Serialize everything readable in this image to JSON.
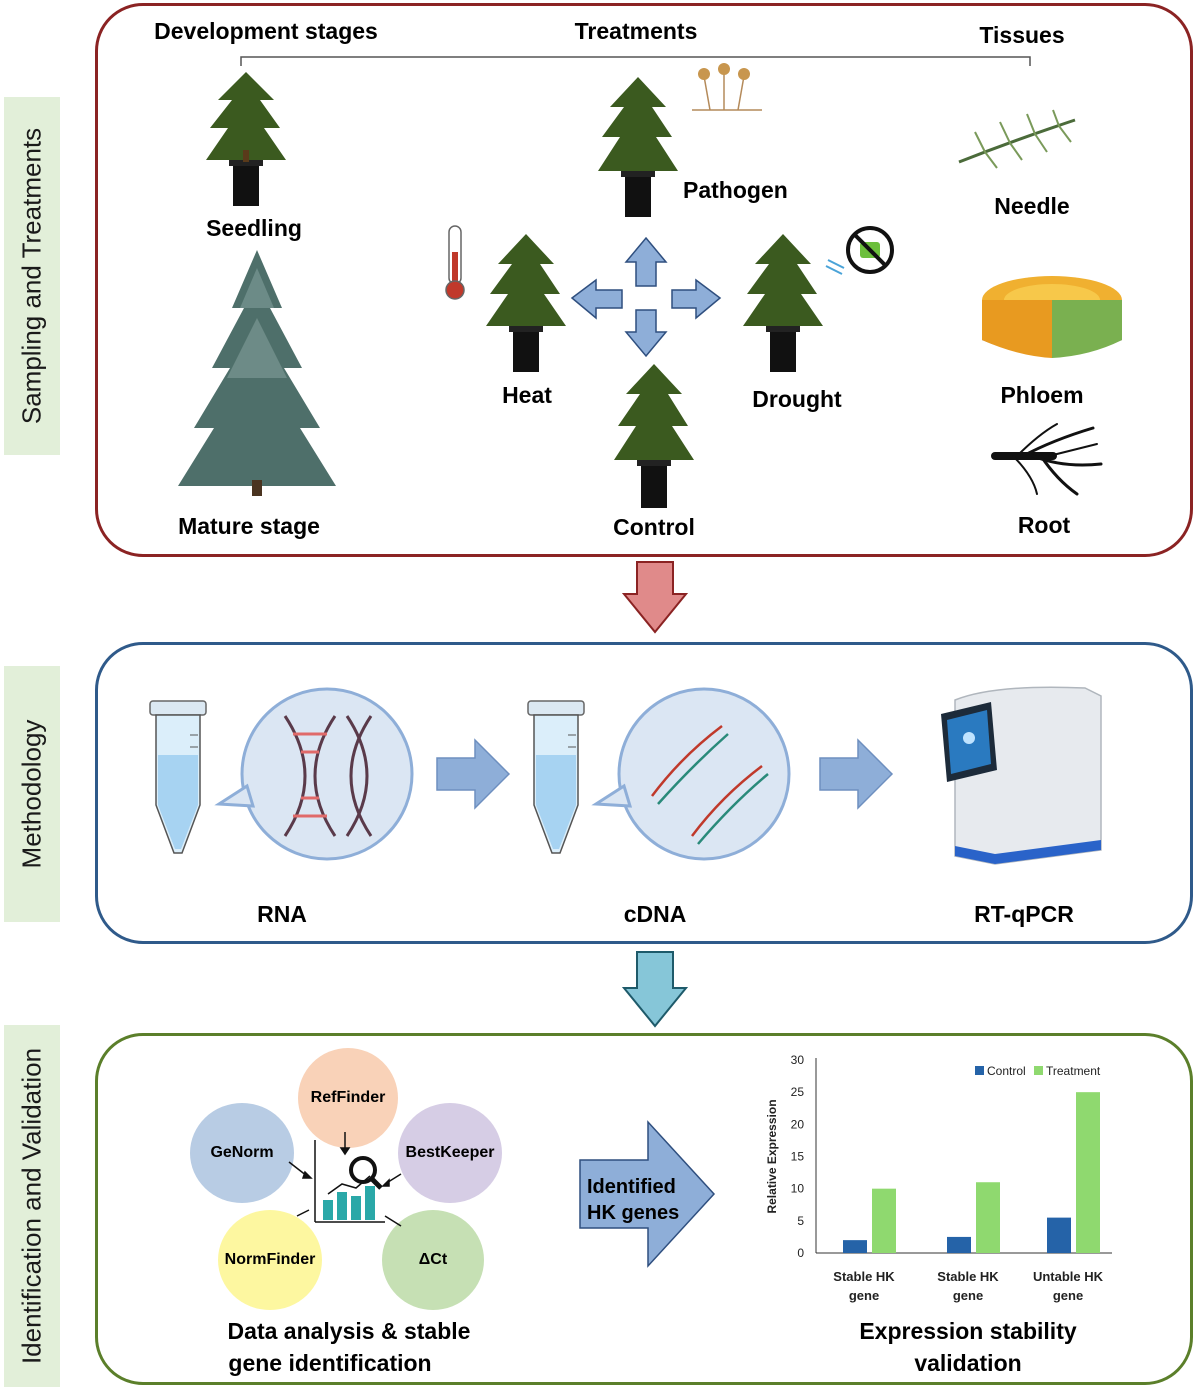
{
  "side_tabs": {
    "sampling": "Sampling and Treatments",
    "methodology": "Methodology",
    "identification": "Identification and Validation"
  },
  "sampling": {
    "headers": {
      "development": "Development stages",
      "treatments": "Treatments",
      "tissues": "Tissues"
    },
    "development": {
      "seedling": "Seedling",
      "mature": "Mature stage"
    },
    "treatments": {
      "pathogen": "Pathogen",
      "heat": "Heat",
      "drought": "Drought",
      "control": "Control"
    },
    "tissues": {
      "needle": "Needle",
      "phloem": "Phloem",
      "root": "Root"
    }
  },
  "methodology": {
    "rna": "RNA",
    "cdna": "cDNA",
    "rtqpcr": "RT-qPCR"
  },
  "identification": {
    "tools": {
      "reffinder": "RefFinder",
      "genorm": "GeNorm",
      "bestkeeper": "BestKeeper",
      "normfinder": "NormFinder",
      "delta_ct": "ΔCt"
    },
    "analysis_caption_line1": "Data analysis & stable",
    "analysis_caption_line2": "gene identification",
    "arrow_line1": "Identified",
    "arrow_line2": "HK genes",
    "validation_caption_line1": "Expression stability",
    "validation_caption_line2": "validation"
  },
  "colors": {
    "panel1_border": "#8b2323",
    "panel2_border": "#2f5a8a",
    "panel3_border": "#5b7f2a",
    "side_tab_bg": "#e2efd9",
    "arrow_blue": "#8eaed8",
    "arrow_red": "#e08a8a",
    "arrow_teal": "#86c6d8",
    "control_bar": "#2563a8",
    "treatment_bar": "#8fd96f"
  },
  "chart_data": {
    "type": "bar",
    "categories": [
      "Stable HK gene",
      "Stable HK gene",
      "Untable HK gene"
    ],
    "category_lines": [
      [
        "Stable HK",
        "gene"
      ],
      [
        "Stable HK",
        "gene"
      ],
      [
        "Untable HK",
        "gene"
      ]
    ],
    "series": [
      {
        "name": "Control",
        "values": [
          2,
          2.5,
          5.5
        ]
      },
      {
        "name": "Treatment",
        "values": [
          10,
          11,
          25
        ]
      }
    ],
    "ylabel": "Relative Expression",
    "ylim": [
      0,
      30
    ],
    "yticks": [
      0,
      5,
      10,
      15,
      20,
      25,
      30
    ],
    "legend": "top-right",
    "grid": false
  }
}
